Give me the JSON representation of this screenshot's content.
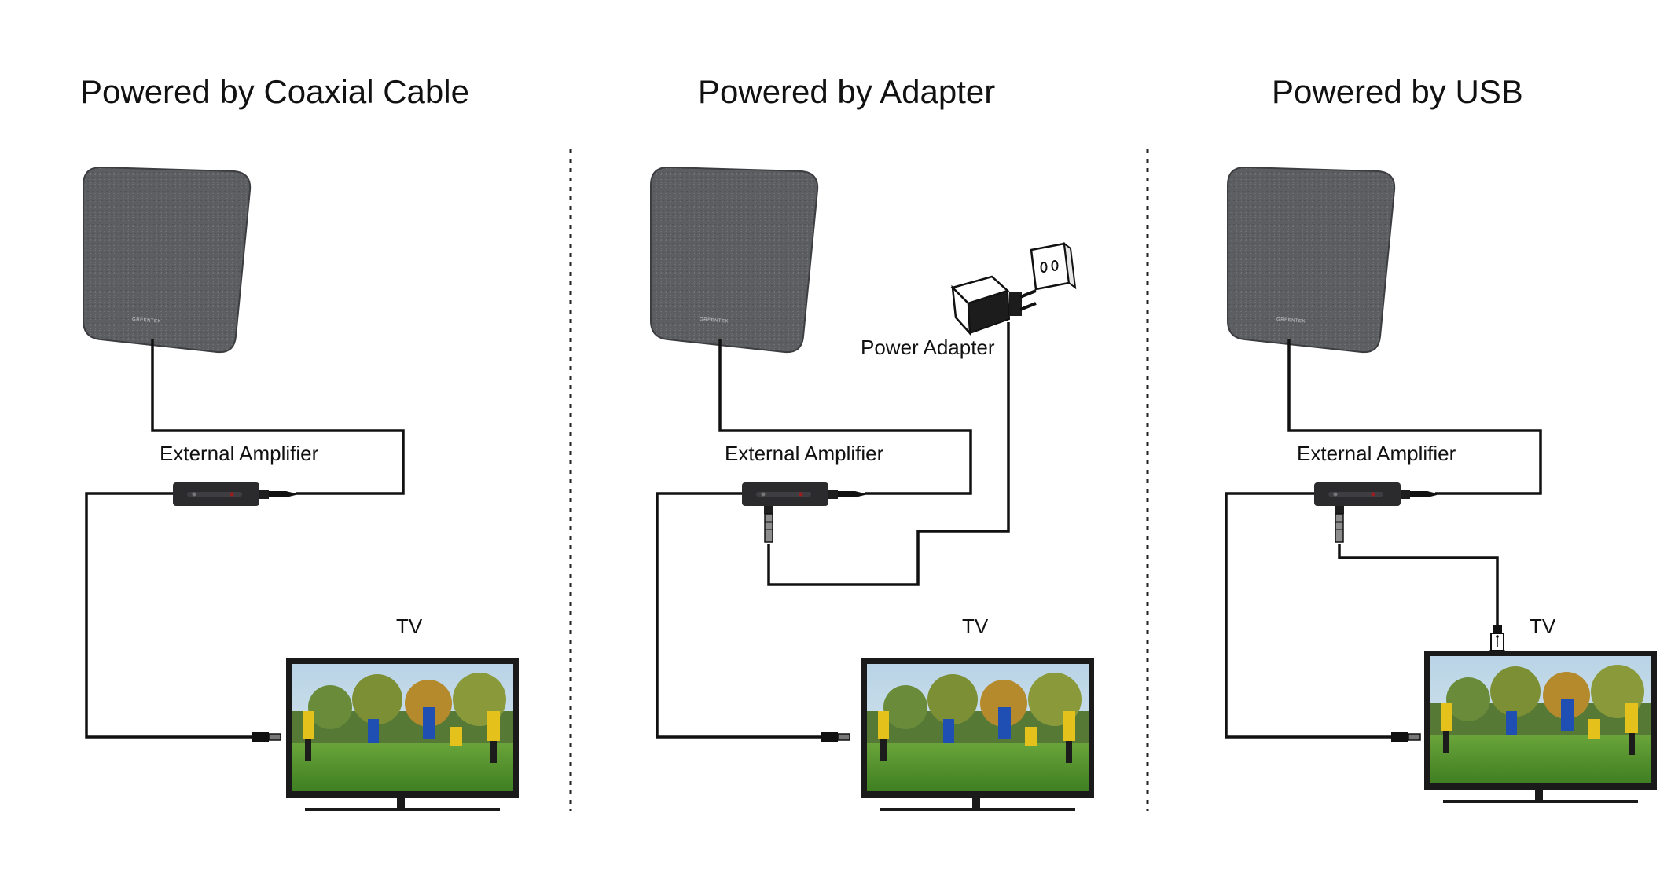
{
  "colors": {
    "antenna": "#5c5e62",
    "cable": "#111111",
    "amplifier": "#2b2b2d",
    "tv_frame": "#1a1a1a",
    "sky": "#c9dde9",
    "grass": "#4e8f2a"
  },
  "panels": [
    {
      "title": "Powered by Coaxial Cable",
      "antenna_brand": "GREENTEK",
      "amplifier_label": "External Amplifier",
      "tv_label": "TV"
    },
    {
      "title": "Powered by Adapter",
      "antenna_brand": "GREENTEK",
      "amplifier_label": "External Amplifier",
      "adapter_label": "Power Adapter",
      "tv_label": "TV"
    },
    {
      "title": "Powered by USB",
      "antenna_brand": "GREENTEK",
      "amplifier_label": "External Amplifier",
      "tv_label": "TV"
    }
  ],
  "icons": {
    "antenna": "flat-indoor-antenna-icon",
    "amplifier": "inline-amplifier-icon",
    "adapter": "power-adapter-icon",
    "socket": "wall-socket-icon",
    "usb": "usb-plug-icon",
    "tv": "television-icon"
  }
}
